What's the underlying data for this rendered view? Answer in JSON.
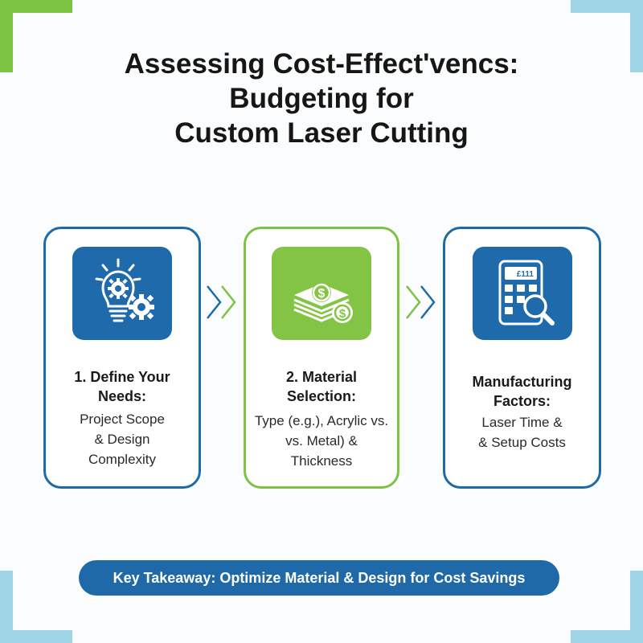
{
  "title": {
    "line1": "Assessing Cost-Effect'vencs:",
    "line2": "Budgeting for",
    "line3": "Custom Laser Cutting"
  },
  "colors": {
    "blue": "#1f6aaa",
    "green": "#83c444",
    "corner_green": "#7cc243",
    "corner_light_blue": "#9fd3e6"
  },
  "steps": [
    {
      "icon": "lightbulb-gear-icon",
      "heading_lines": [
        "1. Define Your",
        "Needs:"
      ],
      "body_lines": [
        "Project Scope",
        "& Design",
        "Complexity"
      ]
    },
    {
      "icon": "money-stack-icon",
      "heading_lines": [
        "2. Material Selection:"
      ],
      "body_lines": [
        "Type (e.g.), Acrylic vs.",
        "vs. Metal) &",
        "Thickness"
      ]
    },
    {
      "icon": "calculator-magnifier-icon",
      "calculator_display": "£111",
      "heading_lines": [
        "Manufacturing",
        "Factors:"
      ],
      "body_lines": [
        "Laser Time &",
        "& Setup Costs"
      ]
    }
  ],
  "takeaway": "Key Takeaway: Optimize Material & Design for Cost Savings"
}
